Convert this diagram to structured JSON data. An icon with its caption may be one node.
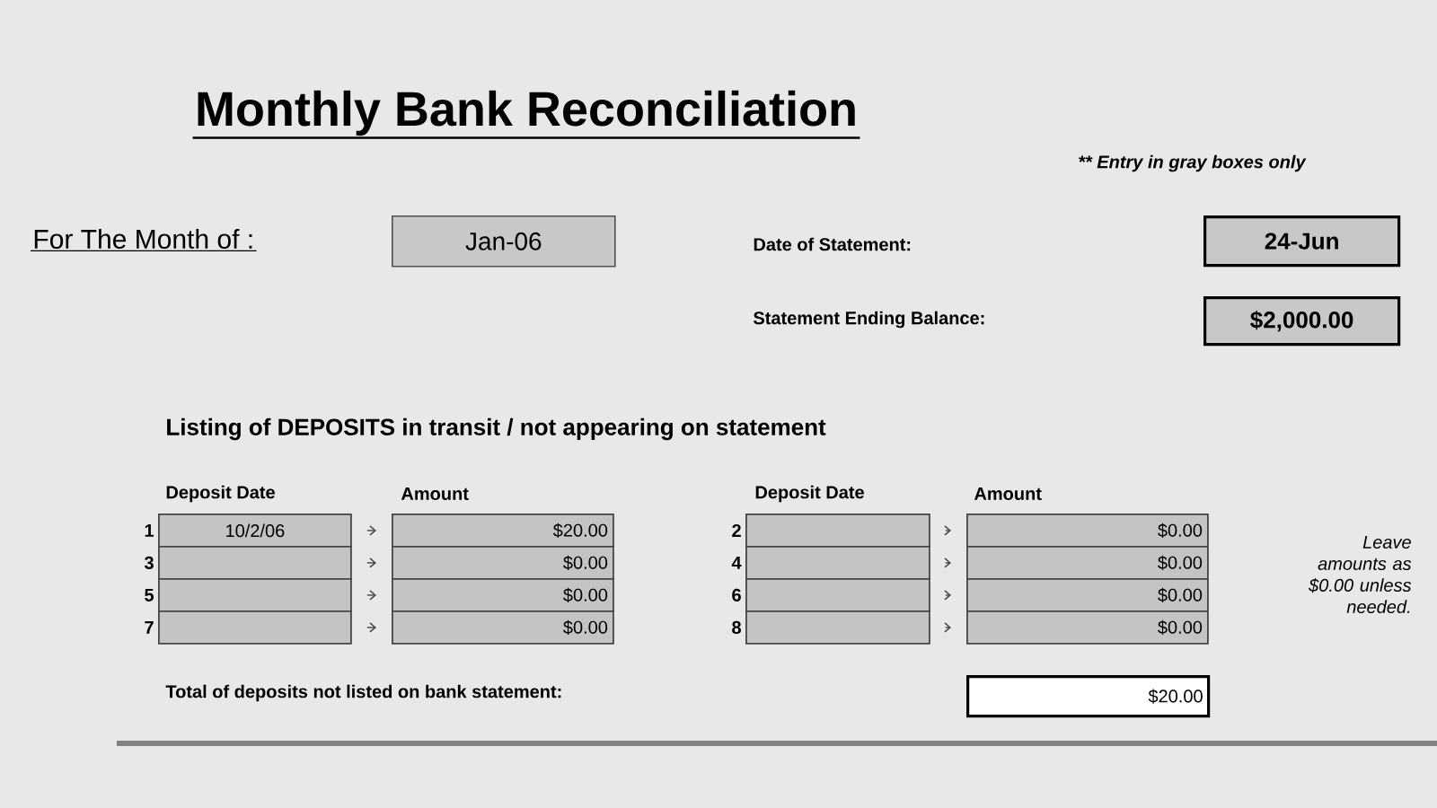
{
  "diagram": {
    "title": "Monthly Bank Reconciliation",
    "nodes": [
      {
        "text": [
          "Jan-06"
        ]
      },
      {
        "text": [
          "24-Jun"
        ]
      },
      {
        "text": [
          "$2,000.00"
        ]
      },
      {
        "text": [
          "10/2/06"
        ],
        "beside": [
          "1"
        ]
      },
      {
        "text": [
          "$20.00"
        ]
      },
      {
        "text": [],
        "shape": "box",
        "beside": [
          "2"
        ]
      },
      {
        "text": [
          "$0.00"
        ]
      },
      {
        "text": [],
        "shape": "box",
        "beside": [
          "3"
        ]
      },
      {
        "text": [
          "$0.00"
        ]
      },
      {
        "text": [],
        "shape": "box",
        "beside": [
          "4"
        ]
      },
      {
        "text": [
          "$0.00"
        ]
      },
      {
        "text": [],
        "shape": "box",
        "beside": [
          "5"
        ]
      },
      {
        "text": [
          "$0.00"
        ]
      },
      {
        "text": [],
        "shape": "box",
        "beside": [
          "6"
        ]
      },
      {
        "text": [
          "$0.00"
        ]
      },
      {
        "text": [],
        "shape": "box",
        "beside": [
          "7"
        ]
      },
      {
        "text": [
          "$0.00"
        ]
      },
      {
        "text": [],
        "shape": "box",
        "beside": [
          "8"
        ]
      },
      {
        "text": [
          "$0.00"
        ]
      },
      {
        "text": [
          "$20.00"
        ]
      }
    ],
    "edges": [
      {
        "from": 3,
        "to": 4,
        "arrow": "to"
      },
      {
        "from": 5,
        "to": 6,
        "arrow": "to"
      },
      {
        "from": 7,
        "to": 8,
        "arrow": "to"
      },
      {
        "from": 9,
        "to": 10,
        "arrow": "to"
      },
      {
        "from": 11,
        "to": 12,
        "arrow": "to"
      },
      {
        "from": 13,
        "to": 14,
        "arrow": "to"
      },
      {
        "from": 15,
        "to": 16,
        "arrow": "to"
      },
      {
        "from": 17,
        "to": 18,
        "arrow": "to"
      }
    ],
    "labels": [
      "** Entry in gray boxes only",
      "For The Month of :",
      "Date of Statement:",
      "Statement Ending Balance:",
      "Listing of DEPOSITS in transit / not appearing on statement",
      "Deposit Date",
      "Amount",
      "Deposit Date",
      "Amount",
      "Leave amounts as $0.00 unless needed.",
      "Total of deposits not listed on bank statement:"
    ]
  }
}
